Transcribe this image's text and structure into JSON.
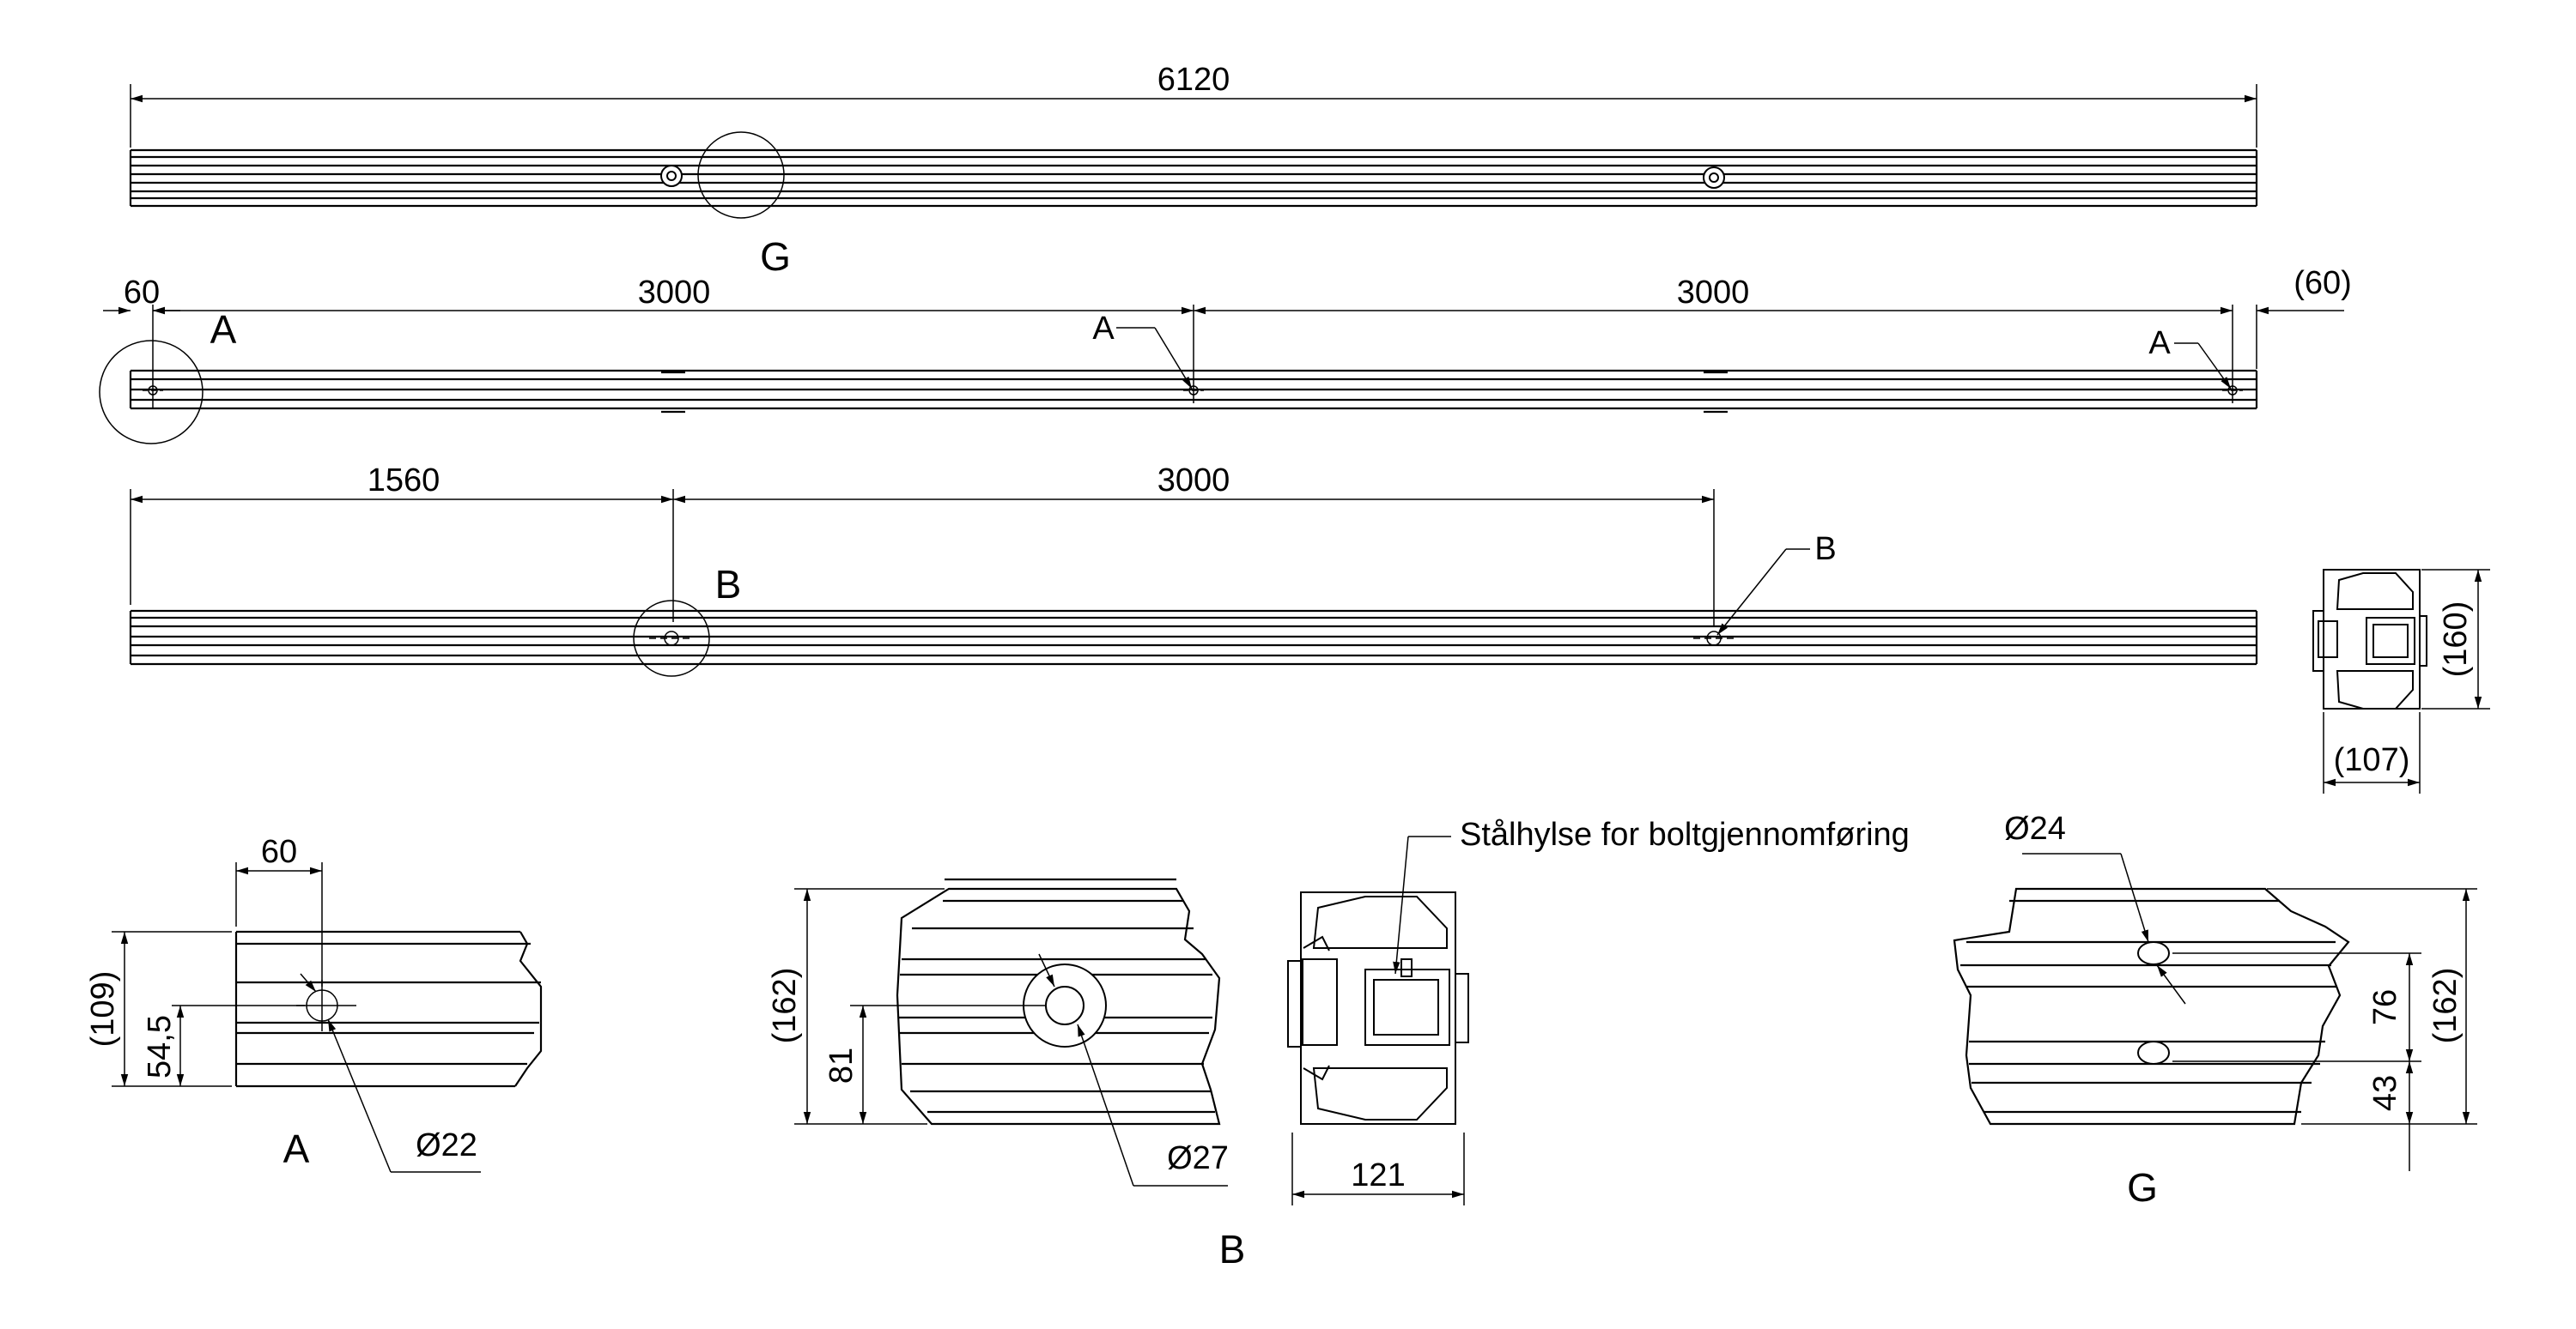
{
  "drawing": {
    "overall_length": "6120",
    "view1_detail_label": "G",
    "view2": {
      "dim_start": "60",
      "dim_span1": "3000",
      "dim_span2": "3000",
      "dim_end": "(60)",
      "detail_label": "A",
      "leader1": "A",
      "leader2": "A"
    },
    "view3": {
      "dim_start": "1560",
      "dim_span": "3000",
      "detail_label": "B",
      "leader": "B"
    },
    "section": {
      "height": "(160)",
      "width": "(107)"
    },
    "detail_a": {
      "offset": "60",
      "height": "(109)",
      "center": "54,5",
      "hole": "Ø22",
      "label": "A"
    },
    "detail_b": {
      "height": "(162)",
      "center": "81",
      "hole": "Ø27",
      "width": "121",
      "note": "Stålhylse for boltgjennomføring",
      "label": "B"
    },
    "detail_g": {
      "hole": "Ø24",
      "spacing": "76",
      "offset": "43",
      "height": "(162)",
      "label": "G"
    }
  }
}
